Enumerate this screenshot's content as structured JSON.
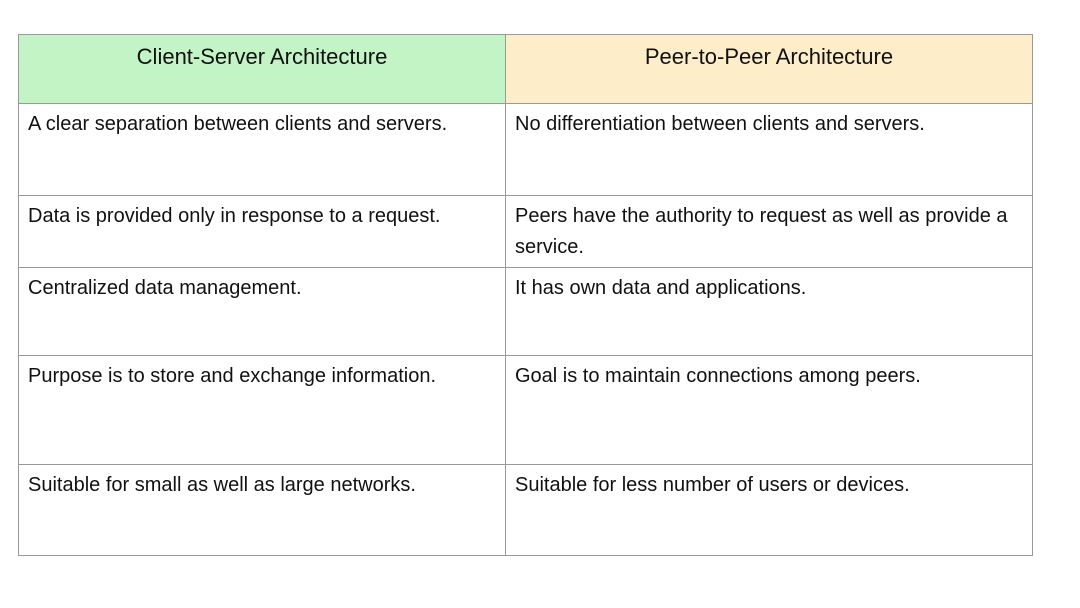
{
  "table": {
    "headers": [
      {
        "label": "Client-Server Architecture"
      },
      {
        "label": "Peer-to-Peer Architecture"
      }
    ],
    "rows": [
      [
        "A clear separation between clients and servers.",
        "No differentiation between clients and servers."
      ],
      [
        "Data is provided only in response to a request.",
        "Peers have the authority to request as well as provide a service."
      ],
      [
        "Centralized data management.",
        "It has own data and applications."
      ],
      [
        "Purpose is to store and exchange information.",
        "Goal is to maintain connections among peers."
      ],
      [
        "Suitable for small as well as large networks.",
        "Suitable for less number of users or devices."
      ]
    ]
  },
  "colors": {
    "header_left_bg": "#c2f4c6",
    "header_right_bg": "#fdeec9",
    "border": "#999999",
    "text": "#111111",
    "page_bg": "#ffffff"
  }
}
